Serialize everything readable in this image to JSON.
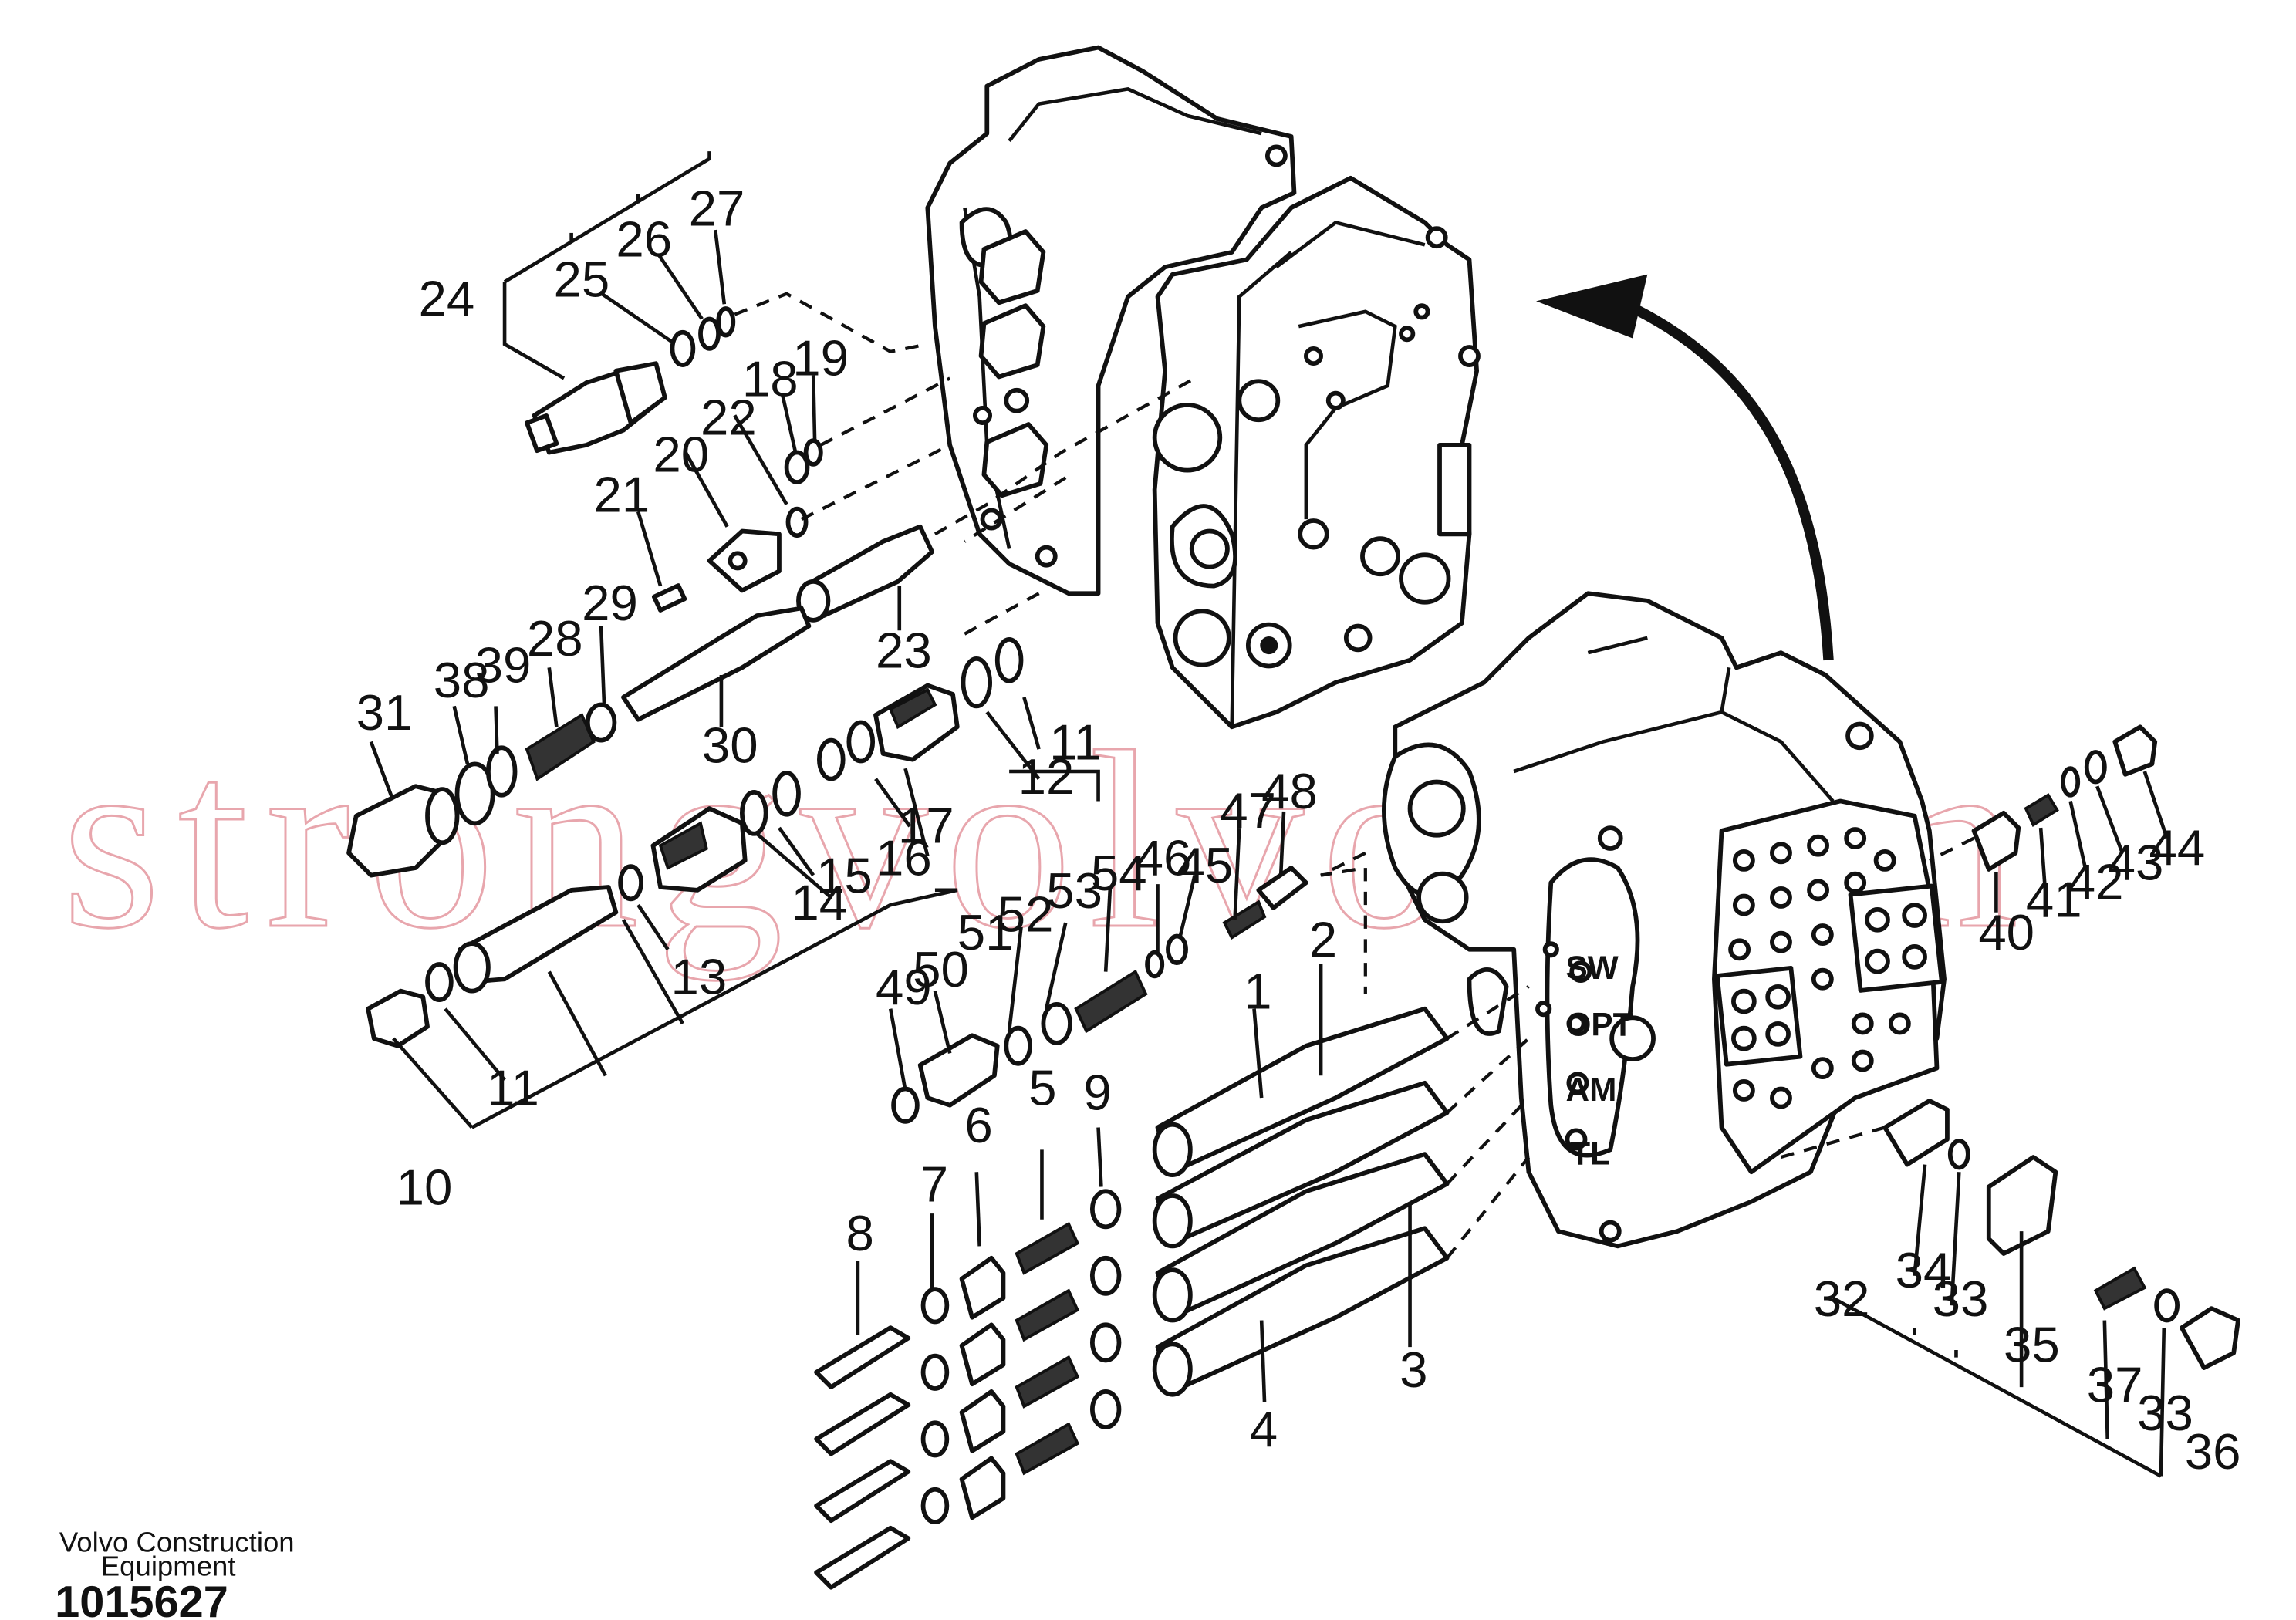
{
  "diagram": {
    "watermark": "strongvolvo.com",
    "port_labels": [
      "SW",
      "OPT",
      "AM",
      "TL"
    ],
    "footer": {
      "company_line1": "Volvo Construction",
      "company_line2": "Equipment",
      "drawing_number": "1015627"
    },
    "callouts": [
      "1",
      "2",
      "3",
      "4",
      "5",
      "6",
      "7",
      "8",
      "9",
      "10",
      "11",
      "11",
      "12",
      "13",
      "14",
      "15",
      "16",
      "17",
      "18",
      "19",
      "20",
      "21",
      "22",
      "23",
      "24",
      "25",
      "26",
      "27",
      "28",
      "29",
      "30",
      "31",
      "32",
      "33",
      "33",
      "34",
      "35",
      "36",
      "37",
      "38",
      "39",
      "40",
      "41",
      "42",
      "43",
      "44",
      "45",
      "46",
      "47",
      "48",
      "49",
      "50",
      "51",
      "52",
      "53",
      "54"
    ]
  }
}
